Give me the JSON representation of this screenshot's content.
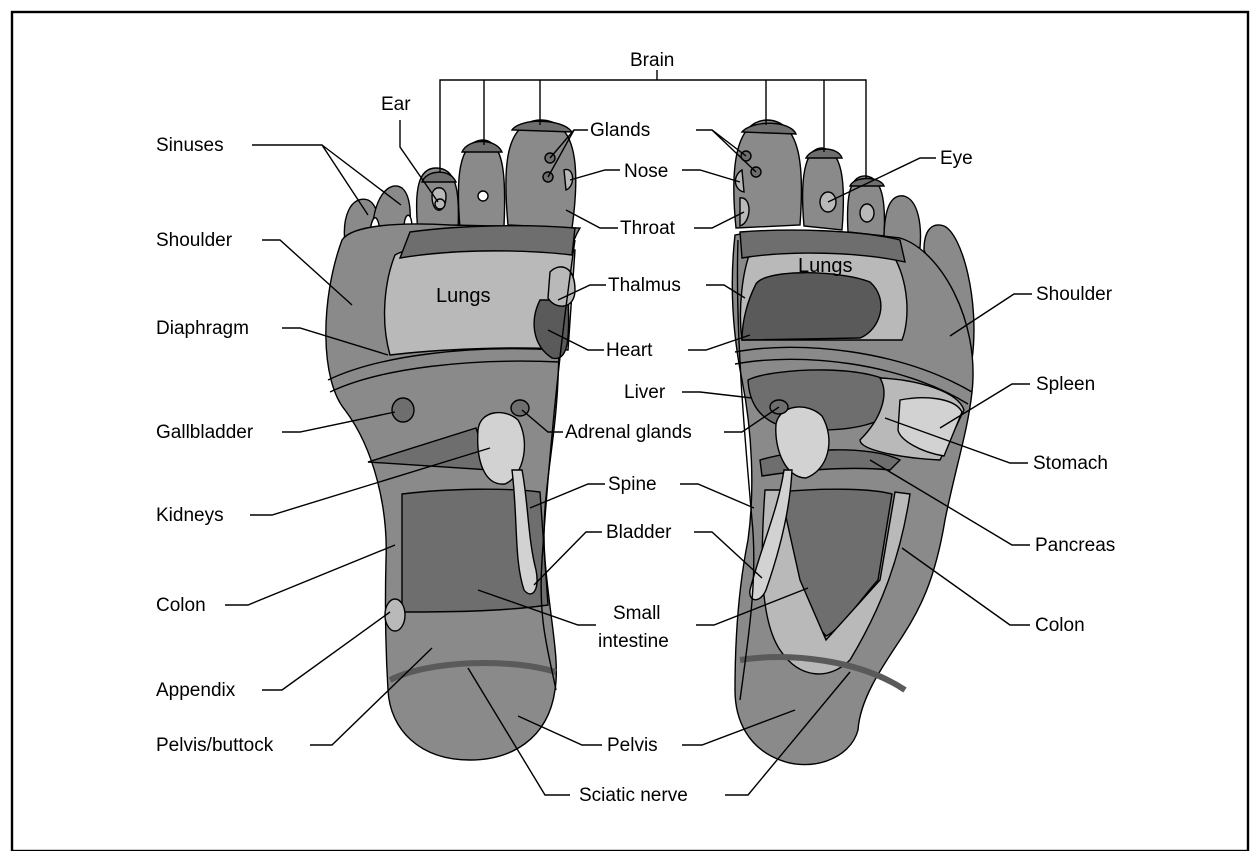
{
  "diagram": {
    "top_label": "Brain",
    "inner_labels": {
      "lungs_left": "Lungs",
      "lungs_right": "Lungs"
    },
    "left_labels": {
      "ear": "Ear",
      "sinuses": "Sinuses",
      "shoulder": "Shoulder",
      "diaphragm": "Diaphragm",
      "gallbladder": "Gallbladder",
      "kidneys": "Kidneys",
      "colon": "Colon",
      "appendix": "Appendix",
      "pelvis_buttock": "Pelvis/buttock"
    },
    "center_labels": {
      "glands": "Glands",
      "nose": "Nose",
      "throat": "Throat",
      "thalmus": "Thalmus",
      "heart": "Heart",
      "liver": "Liver",
      "adrenal_glands": "Adrenal glands",
      "spine": "Spine",
      "bladder": "Bladder",
      "small_intestine_1": "Small",
      "small_intestine_2": "intestine",
      "pelvis": "Pelvis",
      "sciatic_nerve": "Sciatic nerve"
    },
    "right_labels": {
      "eye": "Eye",
      "shoulder": "Shoulder",
      "spleen": "Spleen",
      "stomach": "Stomach",
      "pancreas": "Pancreas",
      "colon": "Colon"
    }
  }
}
